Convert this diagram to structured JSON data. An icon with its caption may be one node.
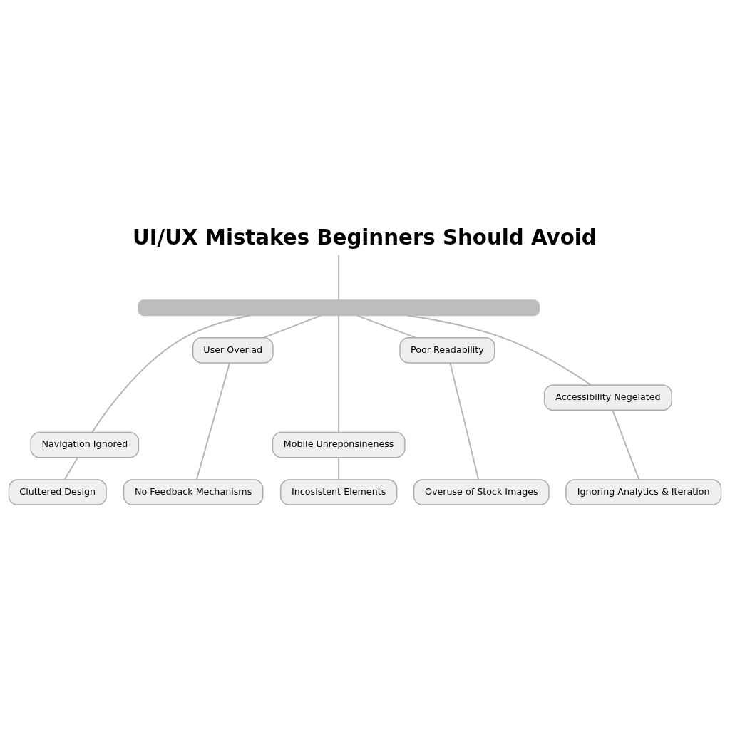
{
  "diagram": {
    "title": "UI/UX Mistakes Beginners Should Avoid",
    "nodes": [
      {
        "text": [],
        "shape": "bar"
      },
      {
        "text": [
          "User Overlad"
        ]
      },
      {
        "text": [
          "Poor Readability"
        ]
      },
      {
        "text": [
          "Accessibility Negelated"
        ]
      },
      {
        "text": [
          "Navigatioh Ignored"
        ]
      },
      {
        "text": [
          "Mobile Unreponsineness"
        ]
      },
      {
        "text": [
          "Cluttered Design"
        ]
      },
      {
        "text": [
          "No Feedback Mechanisms"
        ]
      },
      {
        "text": [
          "Incosistent Elements"
        ]
      },
      {
        "text": [
          "Overuse of Stock Images"
        ]
      },
      {
        "text": [
          "Ignoring Analytics & Iteration"
        ]
      }
    ],
    "edges": [
      {
        "from": null,
        "to": 0,
        "arrow": "none"
      },
      {
        "from": 0,
        "to": 4,
        "arrow": "none"
      },
      {
        "from": 0,
        "to": 1,
        "arrow": "none"
      },
      {
        "from": 0,
        "to": 5,
        "arrow": "none"
      },
      {
        "from": 0,
        "to": 2,
        "arrow": "none"
      },
      {
        "from": 0,
        "to": 3,
        "arrow": "none"
      },
      {
        "from": 4,
        "to": 6,
        "arrow": "none"
      },
      {
        "from": 1,
        "to": 7,
        "arrow": "none"
      },
      {
        "from": 5,
        "to": 8,
        "arrow": "none"
      },
      {
        "from": 2,
        "to": 9,
        "arrow": "none"
      },
      {
        "from": 3,
        "to": 10,
        "arrow": "none"
      }
    ]
  }
}
